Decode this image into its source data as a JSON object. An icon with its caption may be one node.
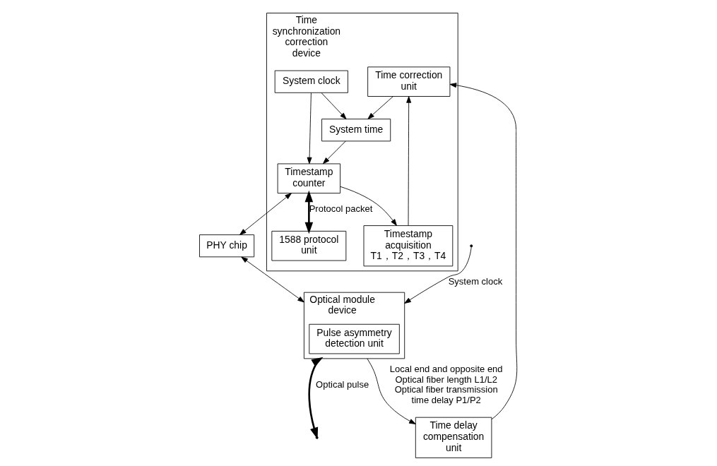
{
  "diagram": {
    "nodes": [
      {
        "text": [
          "Time synchronization correction device"
        ]
      },
      {
        "text": [
          "Time correction unit"
        ],
        "in": 0
      },
      {
        "text": [
          "Timestamp acquisition T1，T2，T3，T4"
        ],
        "in": 0
      },
      {
        "text": [
          "System time"
        ],
        "in": 0
      },
      {
        "text": [
          "Timestamp counter"
        ],
        "in": 0
      },
      {
        "text": [
          "System clock"
        ],
        "in": 0
      },
      {
        "text": [
          "1588 protocol unit"
        ],
        "in": 0
      },
      {
        "text": [
          "Time delay compensation unit"
        ]
      },
      {
        "text": [
          "PHY chip"
        ]
      },
      {
        "text": [
          "Optical module device"
        ]
      },
      {
        "text": [
          "Pulse asymmetry detection unit"
        ],
        "in": 9
      }
    ],
    "edges": [
      {
        "from": 1,
        "to": 3,
        "arrow": "to"
      },
      {
        "from": 2,
        "to": 1,
        "arrow": "to"
      },
      {
        "from": 4,
        "to": 2,
        "arrow": "to"
      },
      {
        "from": 3,
        "to": 4,
        "arrow": "to"
      },
      {
        "from": 5,
        "to": 3,
        "arrow": "to"
      },
      {
        "from": 5,
        "to": 4,
        "arrow": "to"
      },
      {
        "from": 4,
        "to": 8,
        "arrow": "both"
      },
      {
        "from": 8,
        "to": 9,
        "arrow": "both"
      },
      {
        "from": 9,
        "to": 7,
        "arrow": "to",
        "label": "Local end and opposite end Optical fiber length L1/L2 Optical fiber transmission time delay P1/P2"
      },
      {
        "from": 7,
        "to": 1,
        "arrow": "to"
      },
      {
        "from": null,
        "to": 9,
        "arrow": "to",
        "label": "System clock"
      },
      {
        "from": 4,
        "to": 6,
        "arrow": "both",
        "style": "thick",
        "label": "Protocol packet"
      },
      {
        "from": 9,
        "to": null,
        "arrow": "both",
        "style": "thick",
        "label": "Optical pulse"
      }
    ]
  }
}
